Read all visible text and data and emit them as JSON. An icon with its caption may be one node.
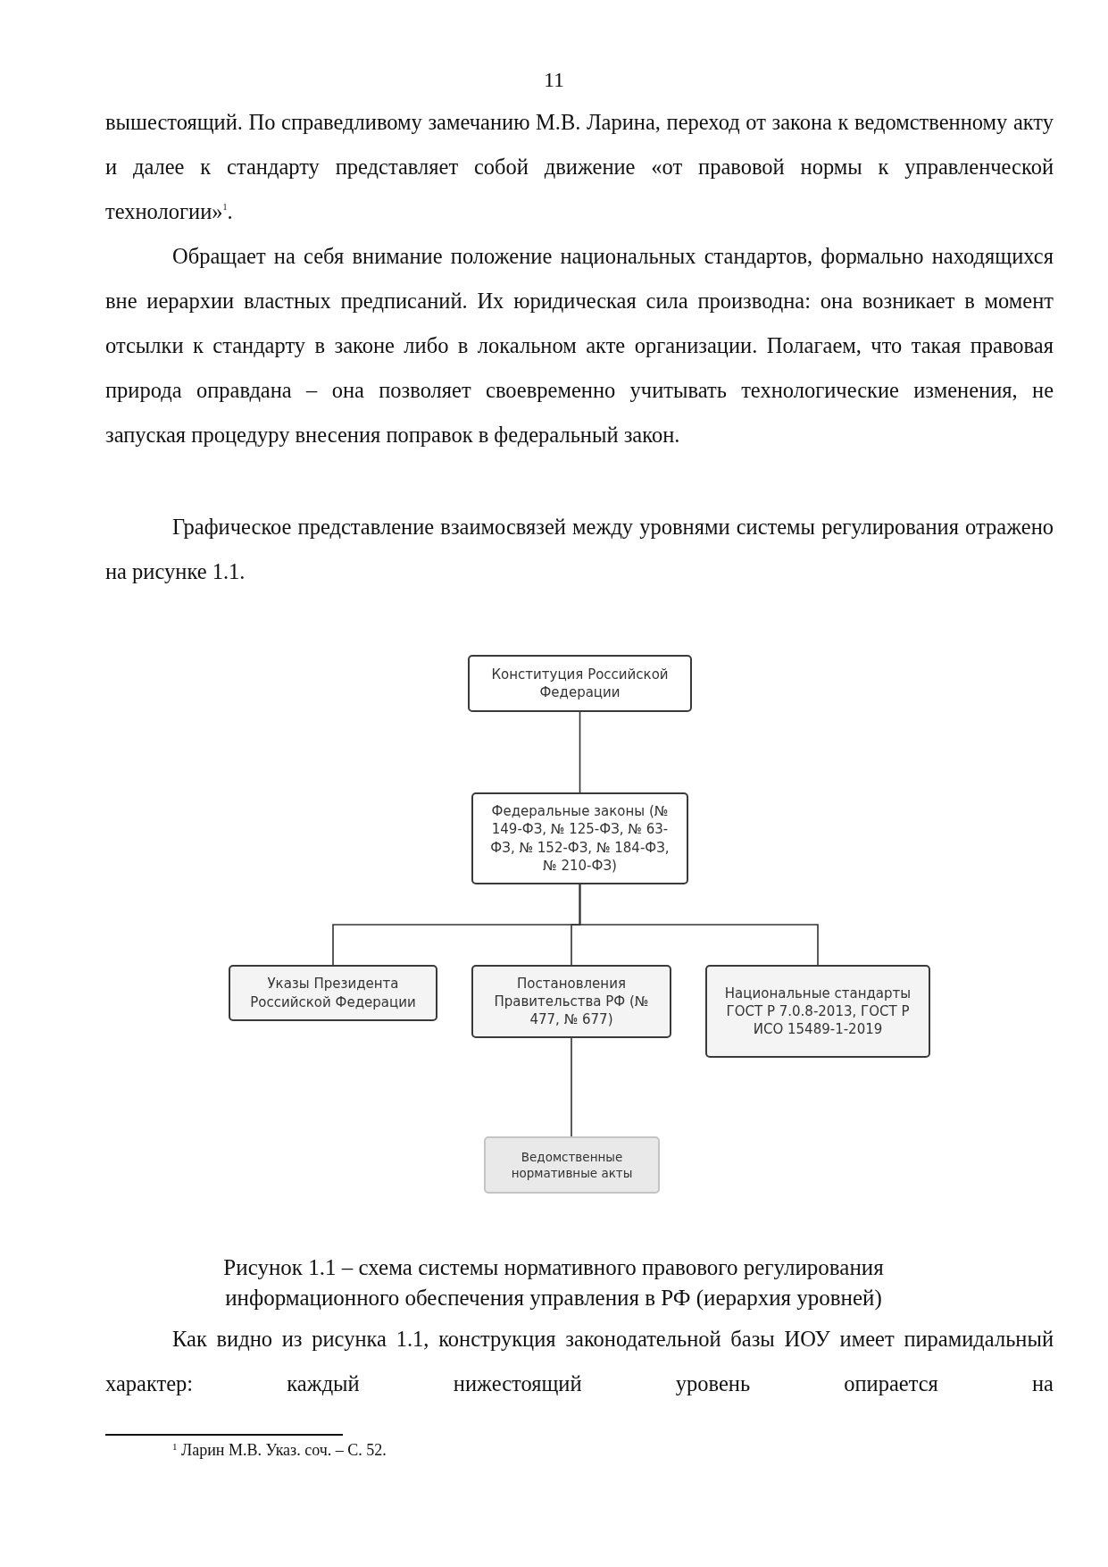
{
  "diagram": {
    "caption": "Рисунок 1.1 – схема системы нормативного правового регулирования информационного обеспечения управления в РФ (иерархия уровней)",
    "nodes": [
      {
        "text": [
          "Конституция Российской Федерации"
        ]
      },
      {
        "text": [
          "Федеральные законы (№ 149-ФЗ, № 125-ФЗ, № 63-ФЗ, № 152-ФЗ, № 184-ФЗ, № 210-ФЗ)"
        ]
      },
      {
        "text": [
          "Указы Президента Российской Федерации"
        ]
      },
      {
        "text": [
          "Постановления Правительства РФ (№ 477, № 677)"
        ]
      },
      {
        "text": [
          "Национальные стандарты ГОСТ Р 7.0.8-2013, ГОСТ Р ИСО 15489-1-2019"
        ]
      },
      {
        "text": [
          "Ведомственные нормативные акты"
        ]
      }
    ],
    "edges": [
      {
        "from": 0,
        "to": 1,
        "arrow": "none"
      },
      {
        "from": 1,
        "to": 2,
        "arrow": "none"
      },
      {
        "from": 1,
        "to": 3,
        "arrow": "none"
      },
      {
        "from": 1,
        "to": 4,
        "arrow": "none"
      },
      {
        "from": 3,
        "to": 5,
        "arrow": "none"
      }
    ],
    "labels": [
      "11",
      "вышестоящий. По справедливому замечанию М.В. Ларина, переход от закона к ведомственному акту и далее к стандарту представляет собой движение «от правовой нормы к управленческой технологии»$^{1}$.",
      "Обращает на себя внимание положение национальных стандартов, формально находящихся вне иерархии властных предписаний. Их юридическая сила производна: она возникает в момент отсылки к стандарту в законе либо в локальном акте организации. Полагаем, что такая правовая природа оправдана – она позволяет своевременно учитывать технологические изменения, не запуская процедуру внесения поправок в федеральный закон.",
      "Графическое представление взаимосвязей между уровнями системы регулирования отражено на рисунке 1.1.",
      "Как видно из рисунка 1.1, конструкция законодательной базы ИОУ имеет пирамидальный характер: каждый нижестоящий уровень опирается на",
      "$^{1}$ Ларин М.В. Указ. соч. – С. 52."
    ]
  }
}
